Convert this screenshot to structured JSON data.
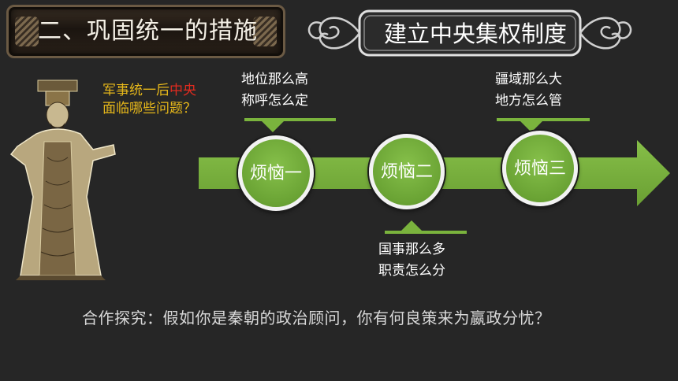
{
  "title": "二、巩固统一的措施",
  "banner": "建立中央集权制度",
  "question": {
    "part1": "军事统一后",
    "part2": "中央",
    "part3": "面临哪些问题？"
  },
  "worries": [
    {
      "label": "烦恼一",
      "line1": "地位那么高",
      "line2": "称呼怎么定"
    },
    {
      "label": "烦恼二",
      "line1": "国事那么多",
      "line2": "职责怎么分"
    },
    {
      "label": "烦恼三",
      "line1": "疆域那么大",
      "line2": "地方怎么管"
    }
  ],
  "inquiry": "合作探究：假如你是秦朝的政治顾问，你有何良策来为嬴政分忧？",
  "colors": {
    "background": "#262626",
    "arrow_green": "#7ab33d",
    "question_gold": "#e7b81a",
    "question_red": "#e22b1f"
  }
}
